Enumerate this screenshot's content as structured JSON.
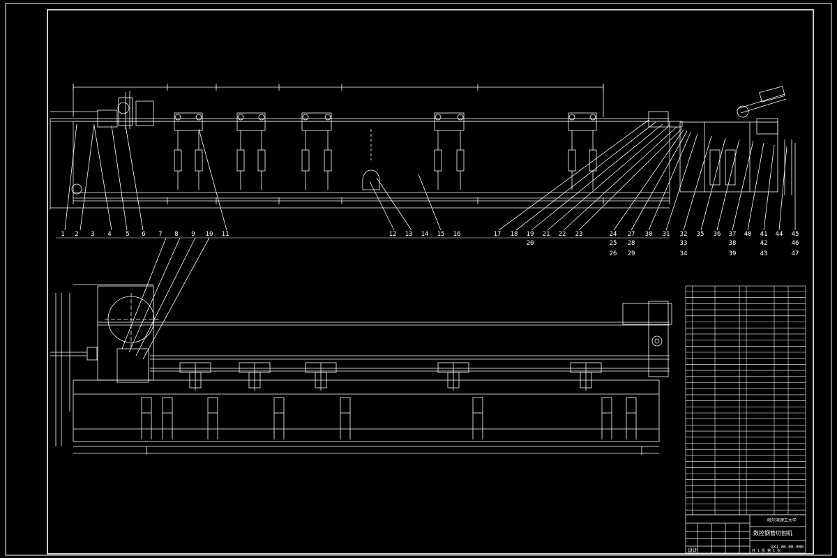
{
  "drawing": {
    "background": "#000000",
    "line_color": "#ffffff",
    "balloon_labels_top": [
      "1",
      "2",
      "3",
      "4",
      "5",
      "6",
      "7",
      "8",
      "9",
      "10",
      "11",
      "12",
      "13",
      "14",
      "15",
      "16",
      "17",
      "18",
      "19",
      "21",
      "22",
      "23",
      "24",
      "27",
      "30",
      "31",
      "32",
      "35",
      "36",
      "37",
      "40",
      "41",
      "44",
      "45"
    ],
    "balloon_labels_second_row": [
      "20",
      "25",
      "28",
      "33",
      "38",
      "42",
      "46"
    ],
    "balloon_labels_third_row": [
      "26",
      "29",
      "34",
      "39",
      "43",
      "47"
    ],
    "title_block": {
      "designer_label": "设计",
      "drawing_title": "数控钢管切割机",
      "school": "哈尔滨理工大学",
      "drawing_number": "GXJ-00-00-000",
      "sheet_text": "共 1 张   第 1 张"
    }
  }
}
